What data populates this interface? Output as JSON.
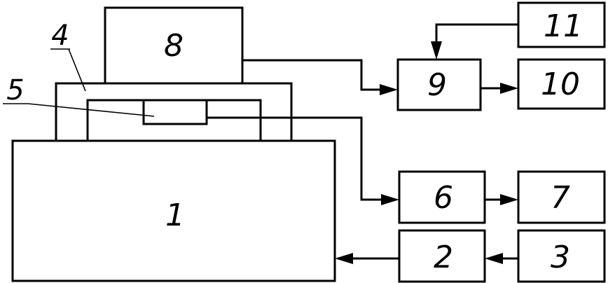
{
  "diagram": {
    "blocks": {
      "b1": "1",
      "b2": "2",
      "b3": "3",
      "b6": "6",
      "b7": "7",
      "b8": "8",
      "b9": "9",
      "b10": "10",
      "b11": "11"
    },
    "callouts": {
      "c4": "4",
      "c5": "5"
    },
    "connections": [
      {
        "from": "3",
        "to": "2"
      },
      {
        "from": "2",
        "to": "1"
      },
      {
        "from": "5",
        "to": "6"
      },
      {
        "from": "6",
        "to": "7"
      },
      {
        "from": "8",
        "to": "9"
      },
      {
        "from": "11",
        "to": "9"
      },
      {
        "from": "9",
        "to": "10"
      }
    ]
  }
}
